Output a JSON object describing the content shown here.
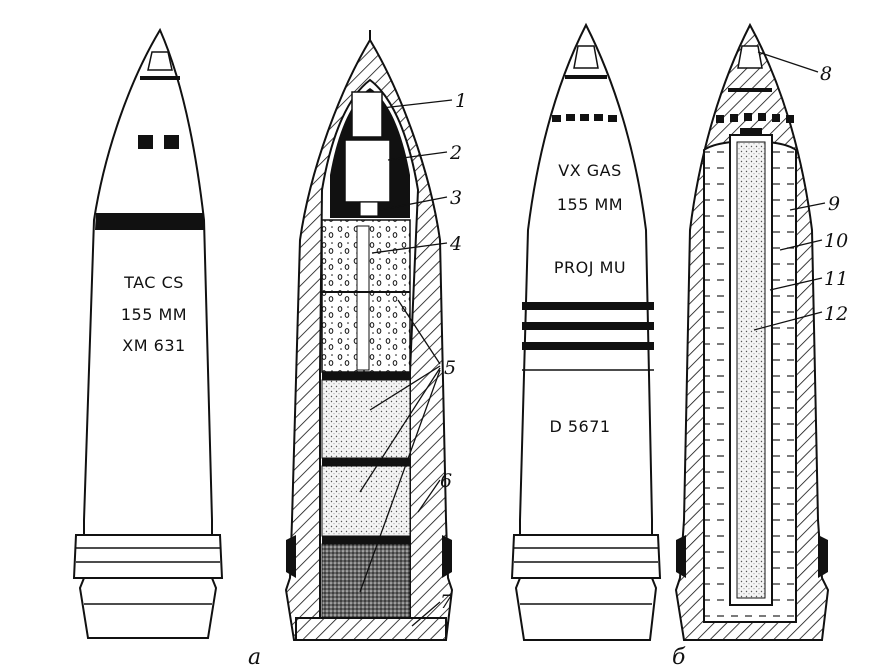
{
  "shells": [
    {
      "id": "tac-cs",
      "markings": [
        "TAC CS",
        "155 MM",
        "XM 631"
      ]
    },
    {
      "id": "vx-gas",
      "markings": [
        "VX GAS",
        "155 MM",
        "PROJ MU",
        "D 5671"
      ]
    }
  ],
  "callouts": [
    "1",
    "2",
    "3",
    "4",
    "5",
    "6",
    "7",
    "8",
    "9",
    "10",
    "11",
    "12"
  ],
  "panels": [
    "a",
    "б"
  ],
  "colors": {
    "ink": "#111111",
    "paper": "#ffffff"
  }
}
